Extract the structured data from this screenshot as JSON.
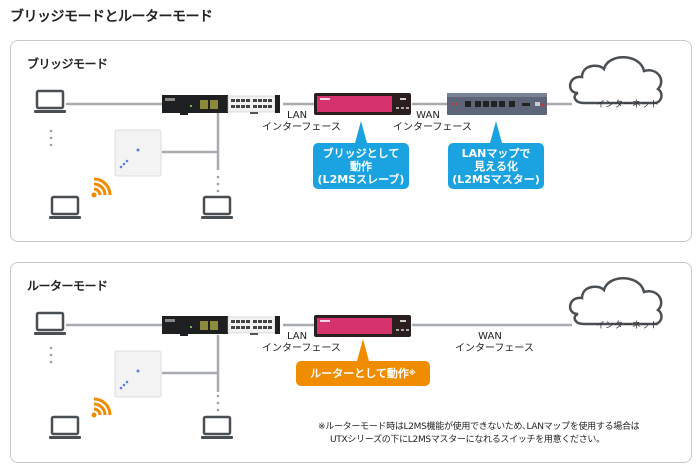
{
  "page_title": "ブリッジモードとルーターモード",
  "colors": {
    "bubble_blue": "#1aa3e0",
    "bubble_orange": "#f08c00",
    "router_pink": "#d6336c",
    "line_gray": "#a8acb0",
    "icon_dark": "#4a4f54",
    "wifi_orange": "#f08c00"
  },
  "panels": [
    {
      "title": "ブリッジモード",
      "lan_label": [
        "LAN",
        "インターフェース"
      ],
      "wan_label": [
        "WAN",
        "インターフェース"
      ],
      "router_callout": [
        "ブリッジとして",
        "動作",
        "(L2MSスレーブ)"
      ],
      "utm_callout": [
        "LANマップで",
        "見える化",
        "(L2MSマスター)"
      ],
      "cloud_label": "インターネット"
    },
    {
      "title": "ルーターモード",
      "lan_label": [
        "LAN",
        "インターフェース"
      ],
      "wan_label": [
        "WAN",
        "インターフェース"
      ],
      "router_callout": "ルーターとして動作",
      "router_callout_mark": "※",
      "cloud_label": "インターネット",
      "note": [
        "※ルーターモード時はL2MS機能が使用できないため､LANマップを使用する場合は",
        "UTXシリーズの下にL2MSマスターになれるスイッチを用意ください。"
      ]
    }
  ]
}
